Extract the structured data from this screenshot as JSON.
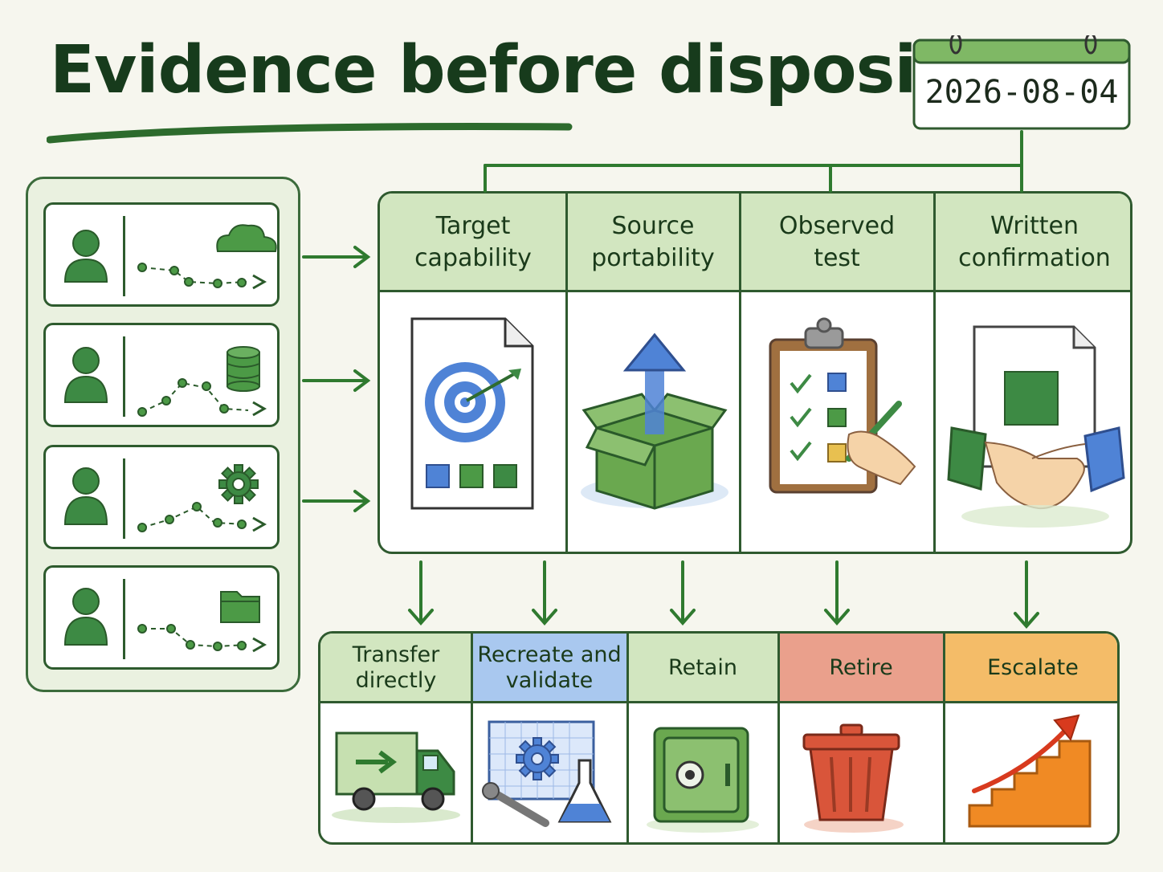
{
  "title": "Evidence before disposition",
  "date": "2026-08-04",
  "colors": {
    "accent_green": "#3f8a3f",
    "dark_green": "#2f5a2f",
    "header_green": "#d2e6c0",
    "blue": "#4f83d6",
    "red": "#eaa08c",
    "orange": "#f4bc68"
  },
  "lanes": [
    {
      "icon": "cloud-icon"
    },
    {
      "icon": "database-icon"
    },
    {
      "icon": "gear-icon"
    },
    {
      "icon": "folder-icon"
    }
  ],
  "evidence_columns": [
    {
      "label": "Target\ncapability",
      "icon": "target-document-icon"
    },
    {
      "label": "Source\nportability",
      "icon": "box-upload-icon"
    },
    {
      "label": "Observed\ntest",
      "icon": "clipboard-checklist-icon"
    },
    {
      "label": "Written\nconfirmation",
      "icon": "handshake-icon"
    }
  ],
  "outcomes": [
    {
      "label": "Transfer\ndirectly",
      "color": "#d2e6c0",
      "icon": "truck-icon"
    },
    {
      "label": "Recreate and\nvalidate",
      "color": "#a9c8ef",
      "icon": "blueprint-flask-icon"
    },
    {
      "label": "Retain",
      "color": "#d2e6c0",
      "icon": "safe-icon"
    },
    {
      "label": "Retire",
      "color": "#eaa08c",
      "icon": "trash-can-icon"
    },
    {
      "label": "Escalate",
      "color": "#f4bc68",
      "icon": "escalation-arrow-icon"
    }
  ]
}
